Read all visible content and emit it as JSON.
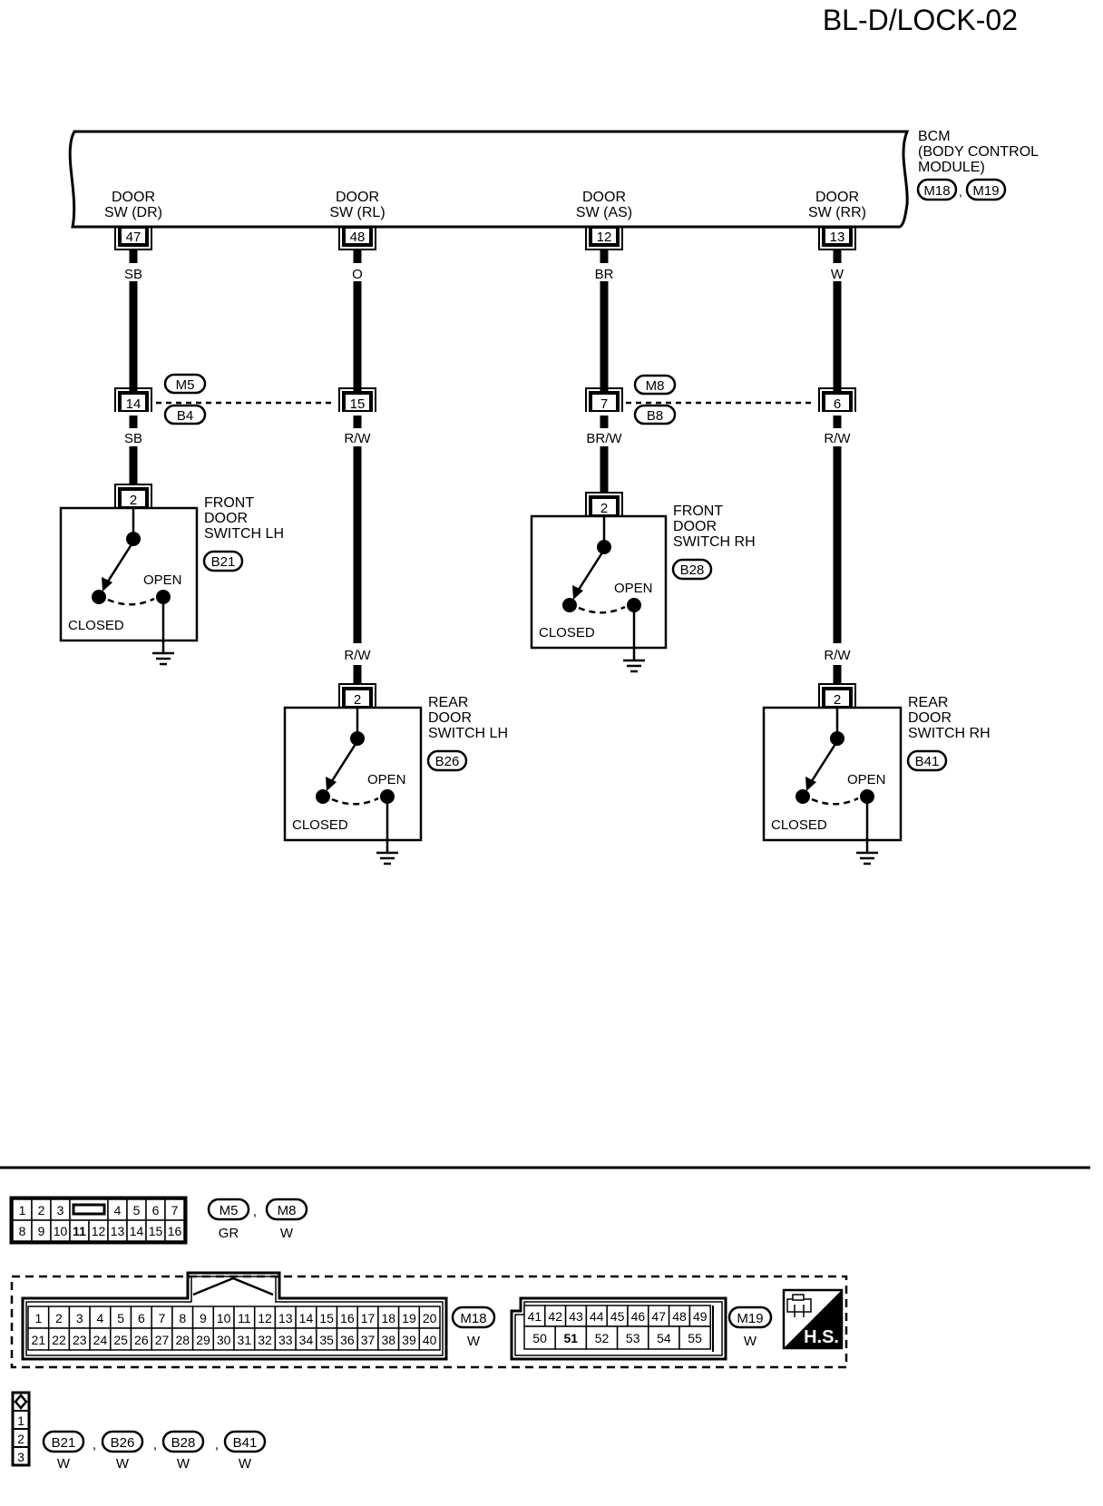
{
  "page": {
    "id": "BL-D/LOCK-02"
  },
  "bcm": {
    "title_lines": [
      "BCM",
      "(BODY CONTROL",
      "MODULE)"
    ],
    "connectors": [
      "M18",
      "M19"
    ],
    "separator": ","
  },
  "circuits": [
    {
      "key": "dr",
      "bcm_label_lines": [
        "DOOR",
        "SW (DR)"
      ],
      "bcm_terminal": "47",
      "wire_color_upper": "SB",
      "junction_terminal": "14",
      "wire_color_lower": "SB",
      "wire_color_lower2": "",
      "switch_terminal": "2",
      "switch_name_lines": [
        "FRONT",
        "DOOR",
        "SWITCH LH"
      ],
      "switch_connector": "B21",
      "open_label": "OPEN",
      "closed_label": "CLOSED"
    },
    {
      "key": "rl",
      "bcm_label_lines": [
        "DOOR",
        "SW (RL)"
      ],
      "bcm_terminal": "48",
      "wire_color_upper": "O",
      "junction_terminal": "15",
      "wire_color_lower": "R/W",
      "wire_color_lower2": "R/W",
      "switch_terminal": "2",
      "switch_name_lines": [
        "REAR",
        "DOOR",
        "SWITCH LH"
      ],
      "switch_connector": "B26",
      "open_label": "OPEN",
      "closed_label": "CLOSED"
    },
    {
      "key": "as",
      "bcm_label_lines": [
        "DOOR",
        "SW (AS)"
      ],
      "bcm_terminal": "12",
      "wire_color_upper": "BR",
      "junction_terminal": "7",
      "wire_color_lower": "BR/W",
      "wire_color_lower2": "",
      "switch_terminal": "2",
      "switch_name_lines": [
        "FRONT",
        "DOOR",
        "SWITCH RH"
      ],
      "switch_connector": "B28",
      "open_label": "OPEN",
      "closed_label": "CLOSED"
    },
    {
      "key": "rr",
      "bcm_label_lines": [
        "DOOR",
        "SW (RR)"
      ],
      "bcm_terminal": "13",
      "wire_color_upper": "W",
      "junction_terminal": "6",
      "wire_color_lower": "R/W",
      "wire_color_lower2": "R/W",
      "switch_terminal": "2",
      "switch_name_lines": [
        "REAR",
        "DOOR",
        "SWITCH RH"
      ],
      "switch_connector": "B41",
      "open_label": "OPEN",
      "closed_label": "CLOSED"
    }
  ],
  "junctions": [
    {
      "upper": "M5",
      "lower": "B4"
    },
    {
      "upper": "M8",
      "lower": "B8"
    }
  ],
  "connector_views": {
    "m5_m8": {
      "row1": [
        "1",
        "2",
        "3",
        "",
        "4",
        "5",
        "6",
        "7"
      ],
      "row2": [
        "8",
        "9",
        "10",
        "11",
        "12",
        "13",
        "14",
        "15",
        "16"
      ],
      "connectors": [
        {
          "id": "M5",
          "color": "GR"
        },
        {
          "id": "M8",
          "color": "W"
        }
      ],
      "separator": ","
    },
    "m18": {
      "row1": [
        "1",
        "2",
        "3",
        "4",
        "5",
        "6",
        "7",
        "8",
        "9",
        "10",
        "11",
        "12",
        "13",
        "14",
        "15",
        "16",
        "17",
        "18",
        "19",
        "20"
      ],
      "row2": [
        "21",
        "22",
        "23",
        "24",
        "25",
        "26",
        "27",
        "28",
        "29",
        "30",
        "31",
        "32",
        "33",
        "34",
        "35",
        "36",
        "37",
        "38",
        "39",
        "40"
      ],
      "connector": {
        "id": "M18",
        "color": "W"
      }
    },
    "m19": {
      "row1": [
        "41",
        "42",
        "43",
        "44",
        "45",
        "46",
        "47",
        "48",
        "49"
      ],
      "row2": [
        "50",
        "51",
        "52",
        "53",
        "54",
        "55"
      ],
      "connector": {
        "id": "M19",
        "color": "W"
      }
    },
    "hs_badge": {
      "label": "H.S.",
      "icon": "harness-connector-icon"
    },
    "switch_conn": {
      "pins": [
        "1",
        "2",
        "3"
      ],
      "connectors": [
        {
          "id": "B21",
          "color": "W"
        },
        {
          "id": "B26",
          "color": "W"
        },
        {
          "id": "B28",
          "color": "W"
        },
        {
          "id": "B41",
          "color": "W"
        }
      ],
      "separator": ","
    }
  }
}
